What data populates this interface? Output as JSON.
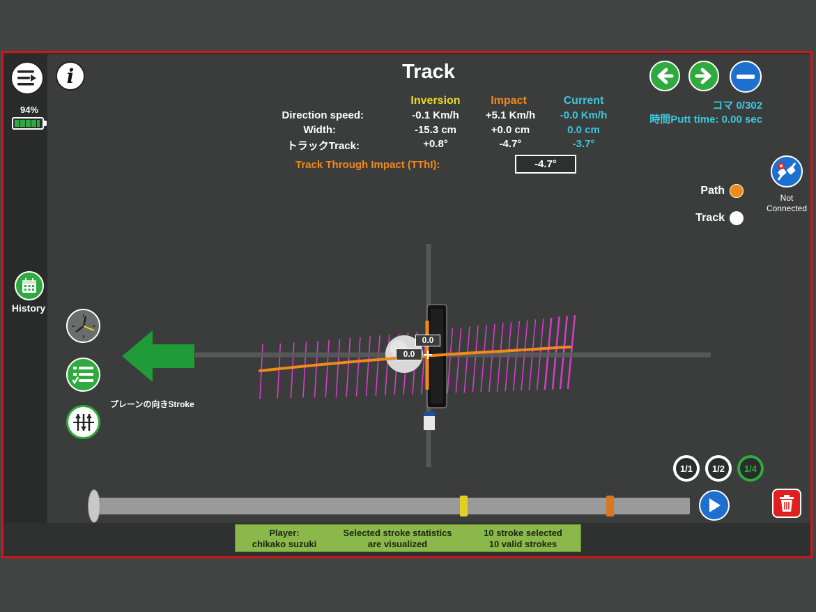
{
  "header": {
    "title": "Track",
    "frame_label": "コマ 0/302",
    "putt_time": "時間Putt time: 0.00 sec"
  },
  "battery": {
    "percent": "94%",
    "level": 0.94
  },
  "sidebar": {
    "history_label": "History"
  },
  "stats": {
    "columns": [
      "Inversion",
      "Impact",
      "Current"
    ],
    "rows": [
      {
        "label": "Direction speed:",
        "values": [
          "-0.1 Km/h",
          "+5.1 Km/h",
          "-0.0 Km/h"
        ]
      },
      {
        "label": "Width:",
        "values": [
          "-15.3 cm",
          "+0.0 cm",
          "0.0 cm"
        ]
      },
      {
        "label": "トラックTrack:",
        "values": [
          "+0.8°",
          "-4.7°",
          "-3.7°"
        ]
      }
    ],
    "tthi_label": "Track Through Impact (TThI):",
    "tthi_value": "-4.7°"
  },
  "legend": {
    "path": "Path",
    "track": "Track"
  },
  "connection": {
    "status_line1": "Not",
    "status_line2": "Connected"
  },
  "tools": {
    "stroke_label": "プレーンの向きStroke"
  },
  "canvas": {
    "readout_top": "0.0",
    "readout_left": "0.0"
  },
  "ratios": [
    "1/1",
    "1/2",
    "1/4"
  ],
  "timeline": {
    "position": 0.0,
    "marker_yellow": 0.62,
    "marker_orange": 0.865
  },
  "footer": {
    "player_label": "Player:",
    "player_name": "chikako suzuki",
    "stats_line1": "Selected stroke statistics",
    "stats_line2": "are visualized",
    "selected_line1": "10 stroke selected",
    "selected_line2": "10 valid strokes"
  },
  "colors": {
    "frame": "#d01818",
    "path": "#f28a1a",
    "lines": "#d43fc6",
    "green": "#2eaa3e",
    "blue": "#1d6fd0",
    "panel": "#8bb84a"
  }
}
